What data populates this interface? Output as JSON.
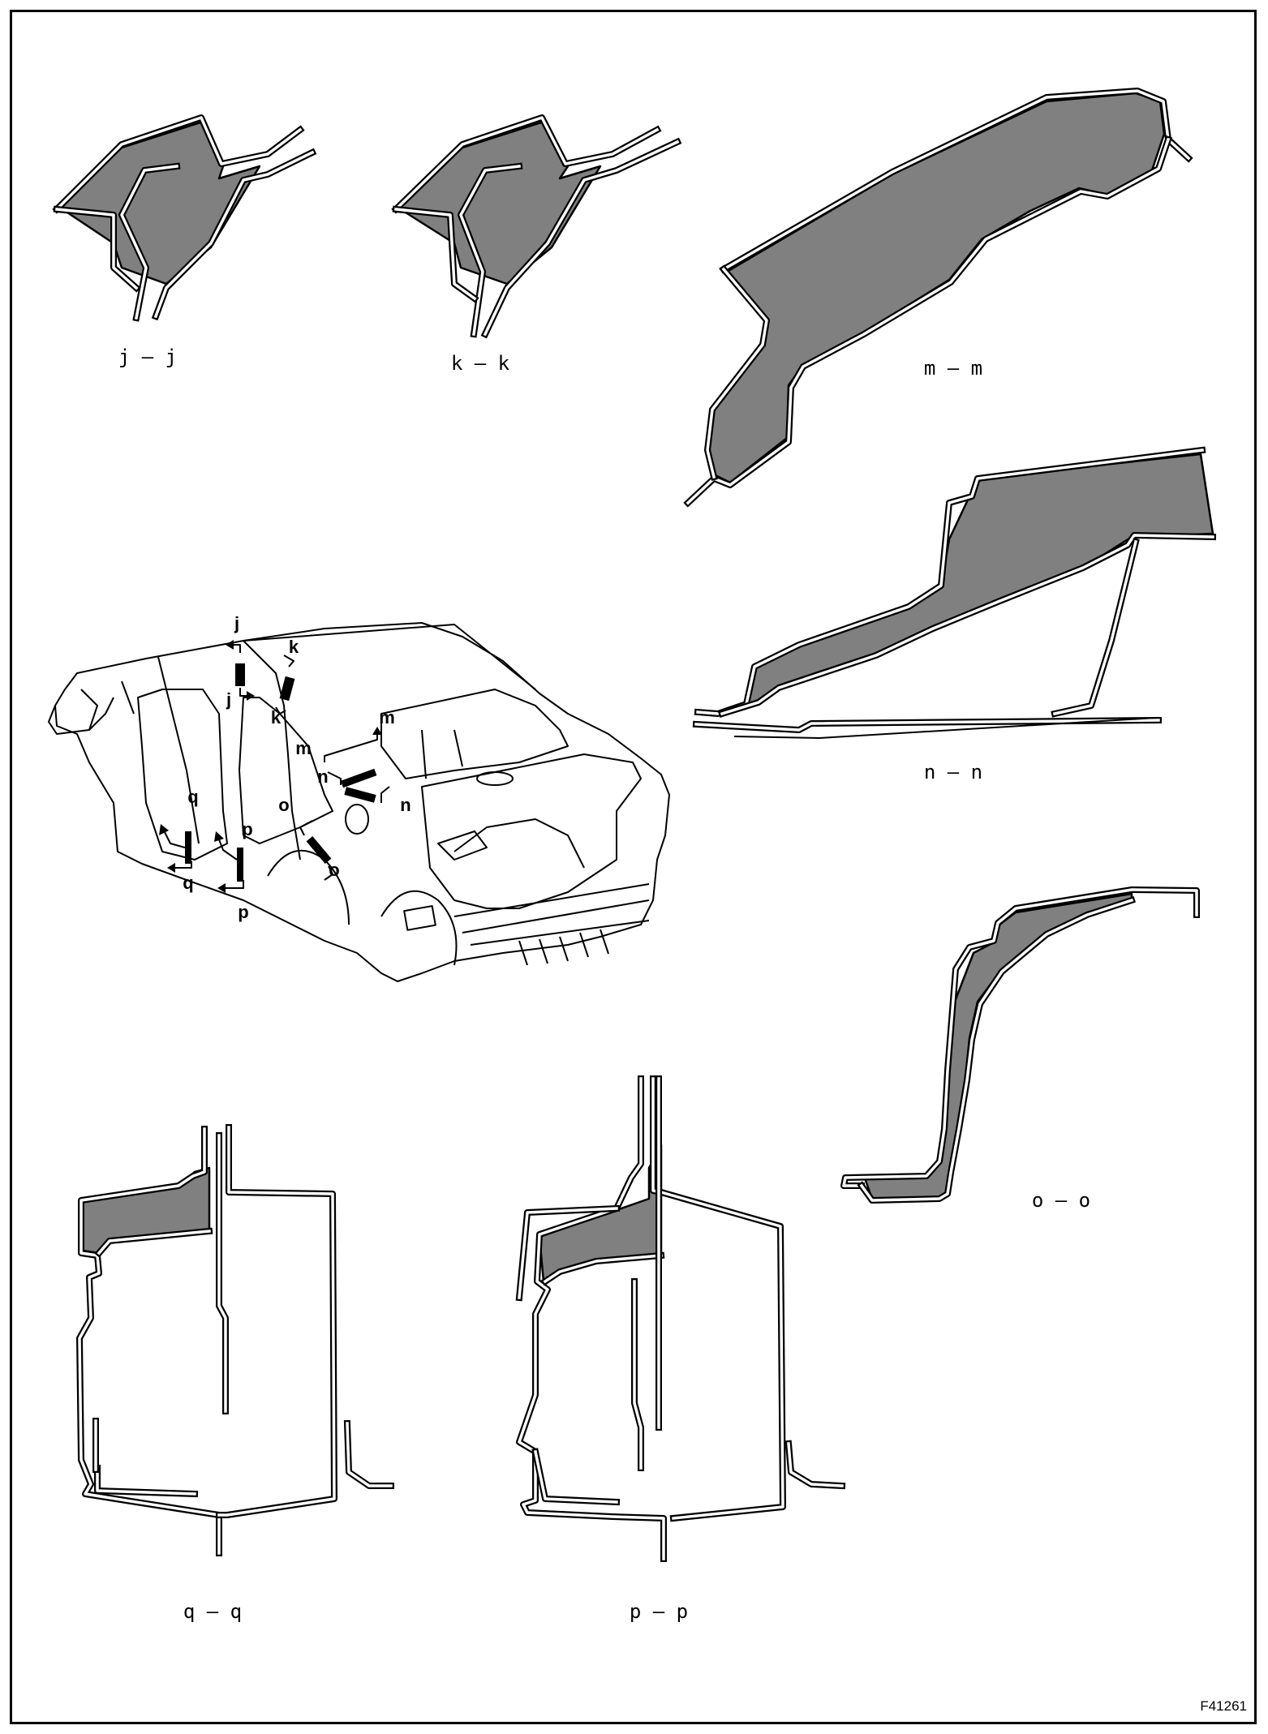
{
  "figure_id": "F41261",
  "sections": {
    "jj": "j – j",
    "kk": "k – k",
    "mm": "m – m",
    "nn": "n – n",
    "oo": "o – o",
    "qq": "q – q",
    "pp": "p – p"
  },
  "car_markers": {
    "j_top": "j",
    "j_bottom": "j",
    "k_top": "k",
    "k_bottom": "k",
    "m_top": "m",
    "m_bottom": "m",
    "n_left": "n",
    "n_right": "n",
    "o_top": "o",
    "o_bottom": "o",
    "q_top": "q",
    "q_bottom": "q",
    "p_top": "p",
    "p_bottom": "p"
  },
  "colors": {
    "fill": "#808080",
    "line": "#000000",
    "background": "#ffffff"
  }
}
